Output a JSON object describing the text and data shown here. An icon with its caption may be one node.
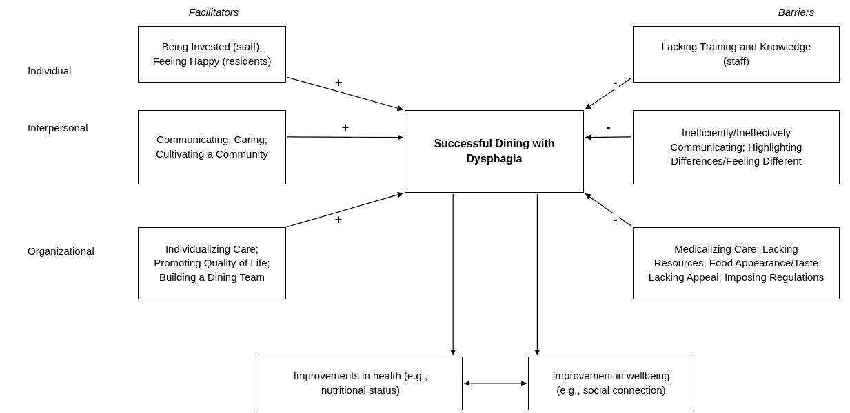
{
  "diagram": {
    "nodes": [
      {
        "text": [
          "Being Invested (staff); Feeling Happy (residents)"
        ]
      },
      {
        "text": [
          "Lacking Training and Knowledge (staff)"
        ]
      },
      {
        "text": [
          "Communicating; Caring; Cultivating a Community"
        ]
      },
      {
        "text": [
          "Successful Dining with Dysphagia"
        ]
      },
      {
        "text": [
          "Inefficiently/Ineffectively Communicating; Highlighting Differences/Feeling Different"
        ]
      },
      {
        "text": [
          "Individualizing Care; Promoting Quality of Life; Building a Dining Team"
        ]
      },
      {
        "text": [
          "Medicalizing Care; Lacking Resources; Food Appearance/Taste Lacking Appeal; Imposing Regulations"
        ]
      },
      {
        "text": [
          "Improvements in health (e.g., nutritional status)"
        ]
      },
      {
        "text": [
          "Improvement in wellbeing (e.g., social connection)"
        ]
      }
    ],
    "edges": [
      {
        "from": 0,
        "to": 3,
        "arrow": "to",
        "label": "+"
      },
      {
        "from": 1,
        "to": 3,
        "arrow": "to",
        "label": "-"
      },
      {
        "from": 2,
        "to": 3,
        "arrow": "to",
        "label": "+"
      },
      {
        "from": 4,
        "to": 3,
        "arrow": "to",
        "label": "-"
      },
      {
        "from": 5,
        "to": 3,
        "arrow": "to",
        "label": "+"
      },
      {
        "from": 6,
        "to": 3,
        "arrow": "to",
        "label": "-"
      },
      {
        "from": 3,
        "to": 7,
        "arrow": "to"
      },
      {
        "from": 3,
        "to": 8,
        "arrow": "to"
      },
      {
        "from": 7,
        "to": 8,
        "arrow": "both"
      }
    ],
    "labels": [
      "Facilitators",
      "Barriers",
      "Individual",
      "Interpersonal",
      "Organizational"
    ]
  }
}
